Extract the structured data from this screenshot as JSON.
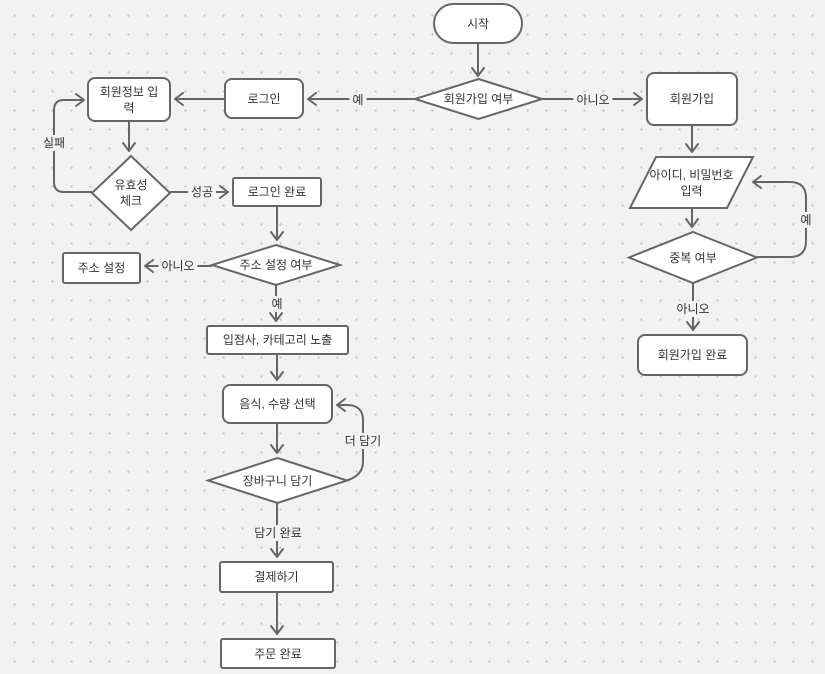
{
  "diagram": {
    "title": "membership-login-order-flowchart",
    "colors": {
      "canvas_background": "#f2f2f2",
      "grid_dot": "#c6c6c6",
      "shape_fill": "#ffffff",
      "stroke": "#666666",
      "text": "#333333"
    },
    "nodes": {
      "start": "시작",
      "signup_check": "회원가입 여부",
      "login": "로그인",
      "member_info": "회원정보 입력",
      "validity": "유효성 체크",
      "login_done": "로그인 완료",
      "addr_check": "주소 설정 여부",
      "addr_set": "주소 설정",
      "category": "입점사, 카테고리 노출",
      "food": "음식, 수량 선택",
      "cart": "장바구니 담기",
      "pay": "결제하기",
      "order": "주문 완료",
      "signup": "회원가입",
      "id_input": "아이디, 비밀번호 입력",
      "dup_check": "중복 여부",
      "signup_done": "회원가입 완료"
    },
    "edge_labels": {
      "yes_login": "예",
      "no_signup": "아니오",
      "success": "성공",
      "fail": "실패",
      "no_addr": "아니오",
      "yes_addr": "예",
      "add_more": "더 담기",
      "add_done": "담기 완료",
      "yes_dup": "예",
      "no_dup": "아니오"
    }
  }
}
